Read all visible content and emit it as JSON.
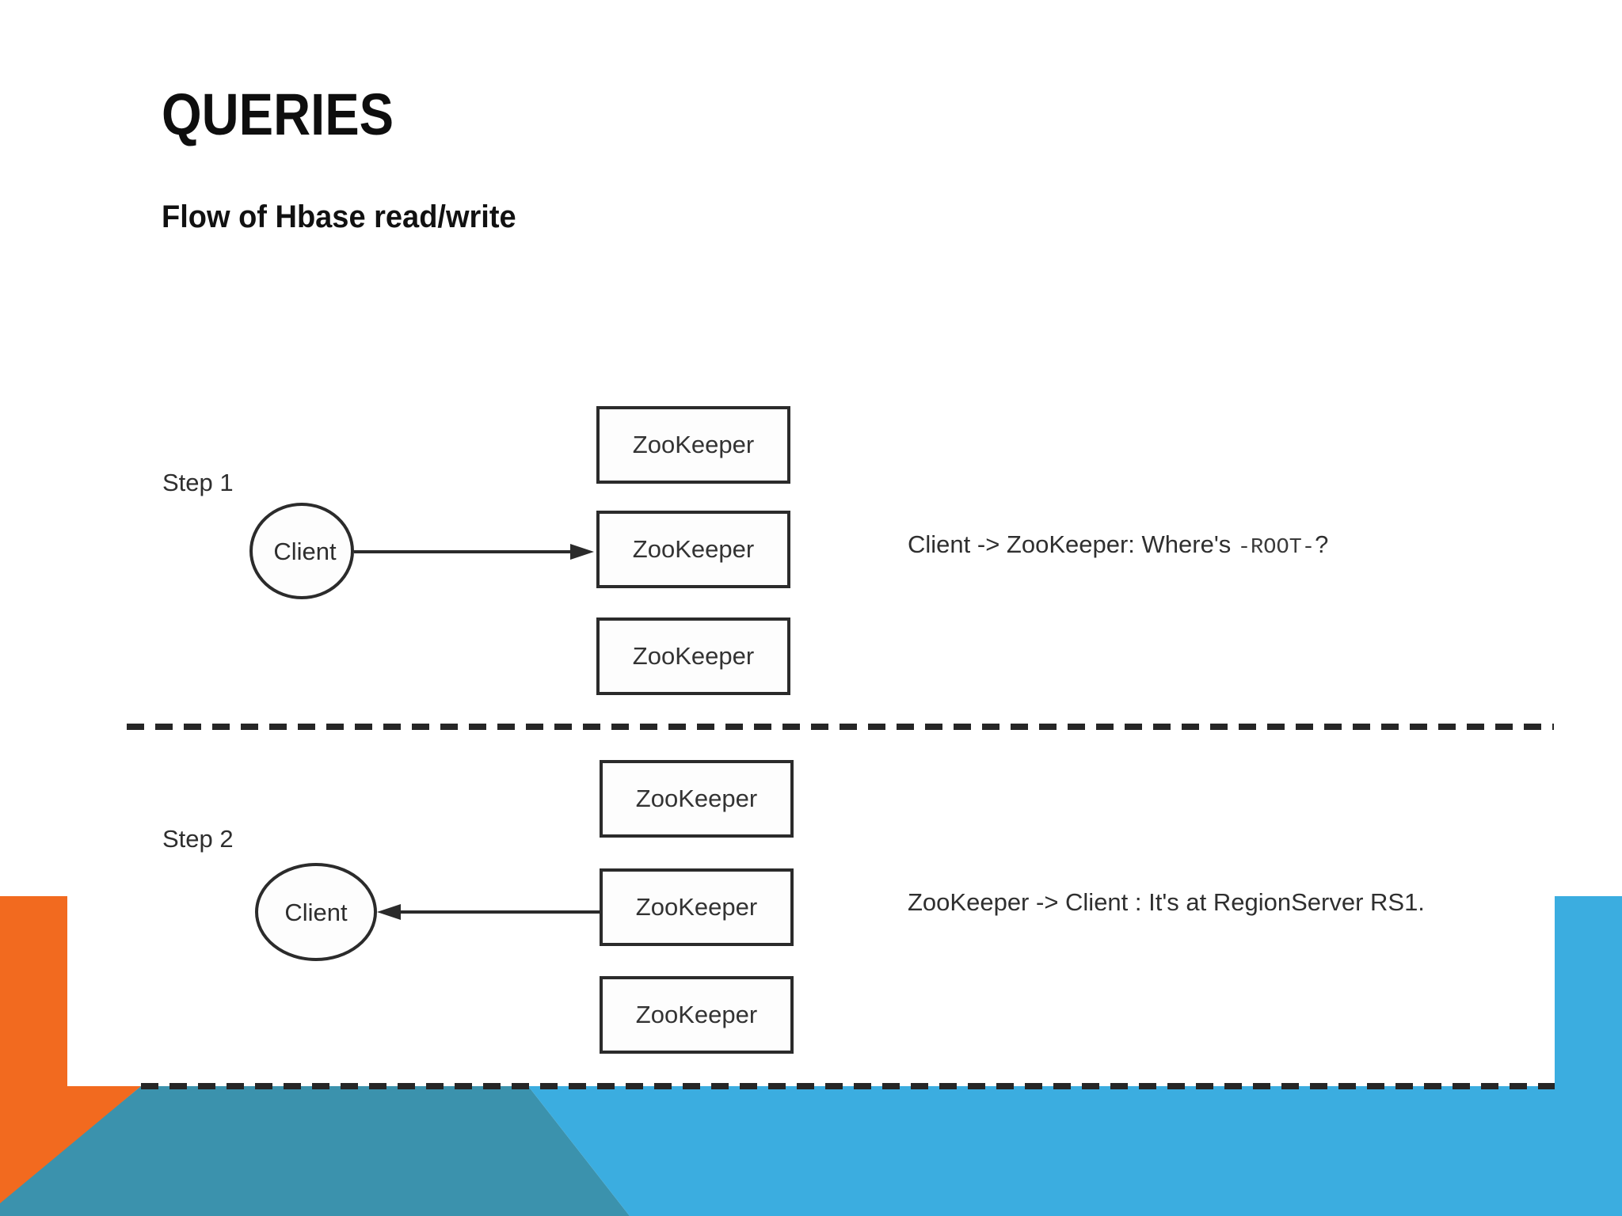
{
  "slide": {
    "title": "QUERIES",
    "subtitle": "Flow of Hbase read/write"
  },
  "diagram": {
    "steps": [
      {
        "label": "Step 1",
        "client_label": "Client",
        "servers": [
          "ZooKeeper",
          "ZooKeeper",
          "ZooKeeper"
        ],
        "arrow_direction": "client-to-zookeeper",
        "annotation": {
          "prefix": "Client -> ZooKeeper: Where's ",
          "code": "-ROOT-",
          "suffix": "?"
        }
      },
      {
        "label": "Step 2",
        "client_label": "Client",
        "servers": [
          "ZooKeeper",
          "ZooKeeper",
          "ZooKeeper"
        ],
        "arrow_direction": "zookeeper-to-client",
        "annotation": {
          "text": "ZooKeeper -> Client : It's at RegionServer RS1."
        }
      }
    ]
  },
  "colors": {
    "accent_orange": "#F26A1F",
    "accent_teal": "#3B92AD",
    "accent_blue": "#3BADE0",
    "ink": "#262626"
  }
}
